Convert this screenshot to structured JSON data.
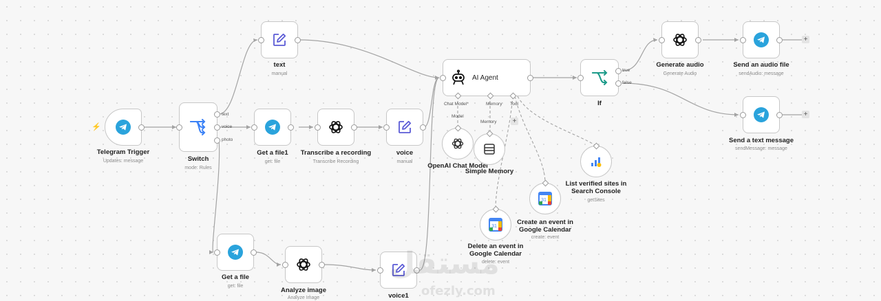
{
  "nodes": {
    "telegram_trigger": {
      "title": "Telegram Trigger",
      "subtitle": "Updates: message"
    },
    "switch": {
      "title": "Switch",
      "subtitle": "mode: Rules",
      "ports": [
        "text",
        "voice",
        "photo"
      ]
    },
    "text": {
      "title": "text",
      "subtitle": "manual"
    },
    "get_file1": {
      "title": "Get a file1",
      "subtitle": "get: file"
    },
    "transcribe": {
      "title": "Transcribe a recording",
      "subtitle": "Transcribe Recording"
    },
    "voice": {
      "title": "voice",
      "subtitle": "manual"
    },
    "get_file": {
      "title": "Get a file",
      "subtitle": "get: file"
    },
    "analyze_image": {
      "title": "Analyze image",
      "subtitle": "Analyze Image"
    },
    "voice1": {
      "title": "voice1"
    },
    "ai_agent": {
      "title": "AI Agent",
      "ports": [
        "Chat Model*",
        "Memory",
        "Tool"
      ]
    },
    "openai_chat_model": {
      "title": "OpenAI Chat Model",
      "port": "Model"
    },
    "simple_memory": {
      "title": "Simple Memory",
      "port": "Memory"
    },
    "delete_event": {
      "title": "Delete an event in Google Calendar",
      "subtitle": "delete: event"
    },
    "create_event": {
      "title": "Create an event in Google Calendar",
      "subtitle": "create: event"
    },
    "list_sites": {
      "title": "List verified sites in Search Console",
      "subtitle": "getSites"
    },
    "if": {
      "title": "If",
      "ports": [
        "true",
        "false"
      ]
    },
    "generate_audio": {
      "title": "Generate audio",
      "subtitle": "Generate Audio"
    },
    "send_audio": {
      "title": "Send an audio file",
      "subtitle": "sendAudio: message"
    },
    "send_text": {
      "title": "Send a text message",
      "subtitle": "sendMessage: message"
    }
  },
  "watermark": {
    "arabic": "مستقل",
    "latin": "ofezly.com"
  },
  "colors": {
    "telegram": "#2aa3dc",
    "edit": "#5b5bd6",
    "switch": "#3b82f6",
    "if": "#1d9b8a",
    "trigger_bolt": "#ff6d3a",
    "edge": "#a3a3a3"
  },
  "icons": {
    "telegram": "telegram-icon",
    "openai": "openai-icon",
    "edit": "edit-icon",
    "switch": "switch-icon",
    "robot": "robot-icon",
    "if": "if-icon",
    "calendar": "google-calendar-icon",
    "search_console": "search-console-icon",
    "memory": "database-icon"
  }
}
